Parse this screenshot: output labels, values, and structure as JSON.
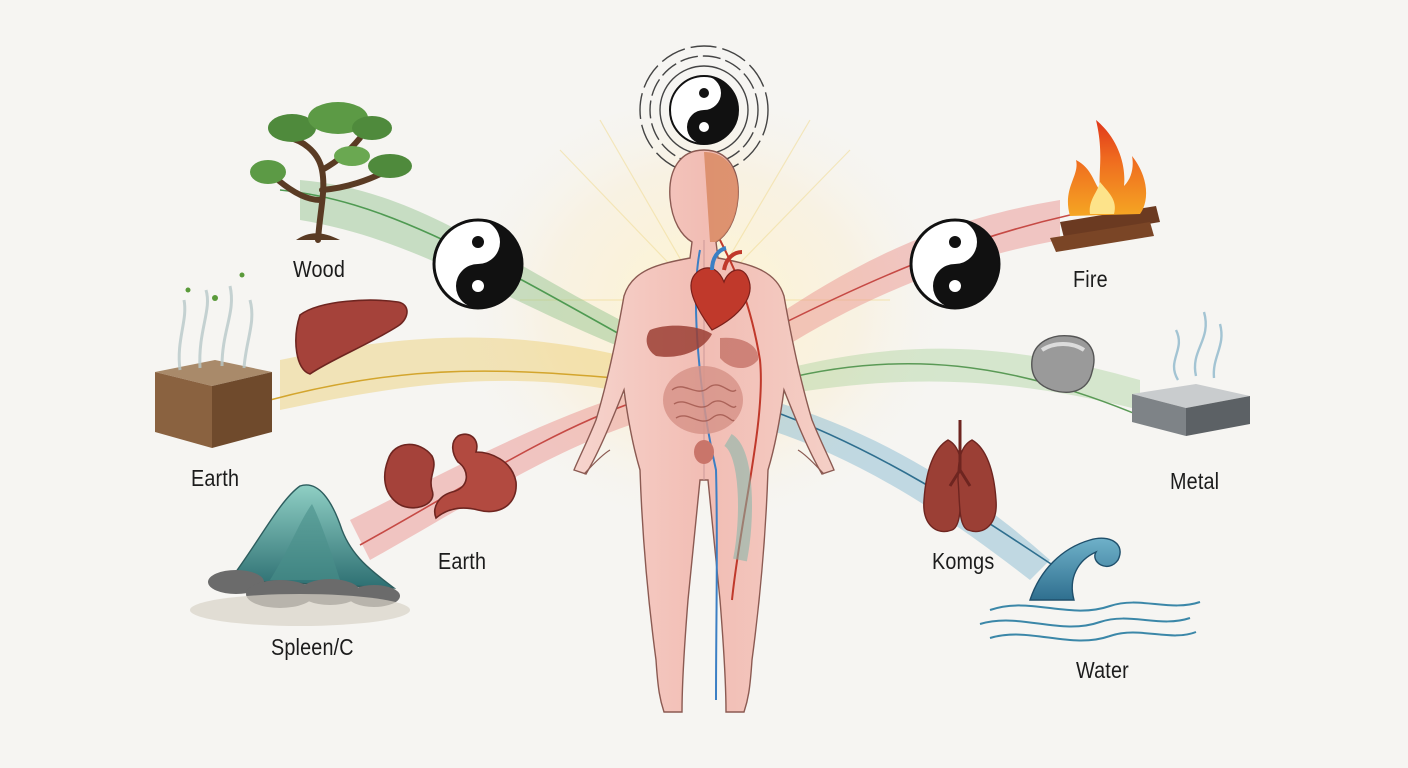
{
  "labels": {
    "wood": "Wood",
    "earth_left": "Earth",
    "earth_center": "Earth",
    "spleen": "Spleen/C",
    "fire": "Fire",
    "metal": "Metal",
    "lungs": "Komgs",
    "water": "Water"
  },
  "palette": {
    "background": "#f6f5f2",
    "wood_green": "#7fb47a",
    "fire_red": "#e27a78",
    "earth_yellow": "#e9c25a",
    "metal_green": "#9cc58d",
    "water_blue": "#7fb6cf",
    "organ_red": "#a5423a",
    "body_pink": "#f3c4bd"
  },
  "icons": [
    "tree-icon",
    "fire-icon",
    "yin-yang-icon",
    "liver-icon",
    "heart-icon",
    "stomach-icon",
    "kidney-icon",
    "lungs-icon",
    "mountain-icon",
    "wave-icon",
    "soil-block-icon",
    "metal-block-icon",
    "stone-icon"
  ]
}
